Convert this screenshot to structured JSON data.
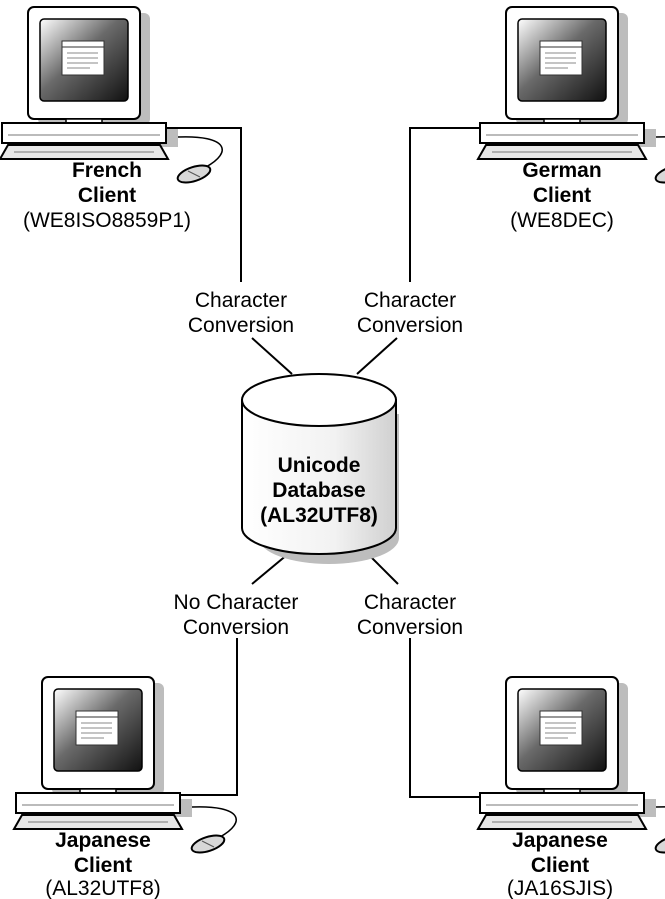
{
  "database": {
    "line1": "Unicode",
    "line2": "Database",
    "line3": "(AL32UTF8)"
  },
  "clients": [
    {
      "name_line1": "French",
      "name_line2": "Client",
      "charset": "(WE8ISO8859P1)"
    },
    {
      "name_line1": "German",
      "name_line2": "Client",
      "charset": "(WE8DEC)"
    },
    {
      "name_line1": "Japanese",
      "name_line2": "Client",
      "charset": "(AL32UTF8)"
    },
    {
      "name_line1": "Japanese",
      "name_line2": "Client",
      "charset": "(JA16SJIS)"
    }
  ],
  "connections": [
    {
      "line1": "Character",
      "line2": "Conversion"
    },
    {
      "line1": "Character",
      "line2": "Conversion"
    },
    {
      "line1": "No Character",
      "line2": "Conversion"
    },
    {
      "line1": "Character",
      "line2": "Conversion"
    }
  ],
  "icons": [
    "computer-icon",
    "database-icon",
    "mouse-icon"
  ]
}
